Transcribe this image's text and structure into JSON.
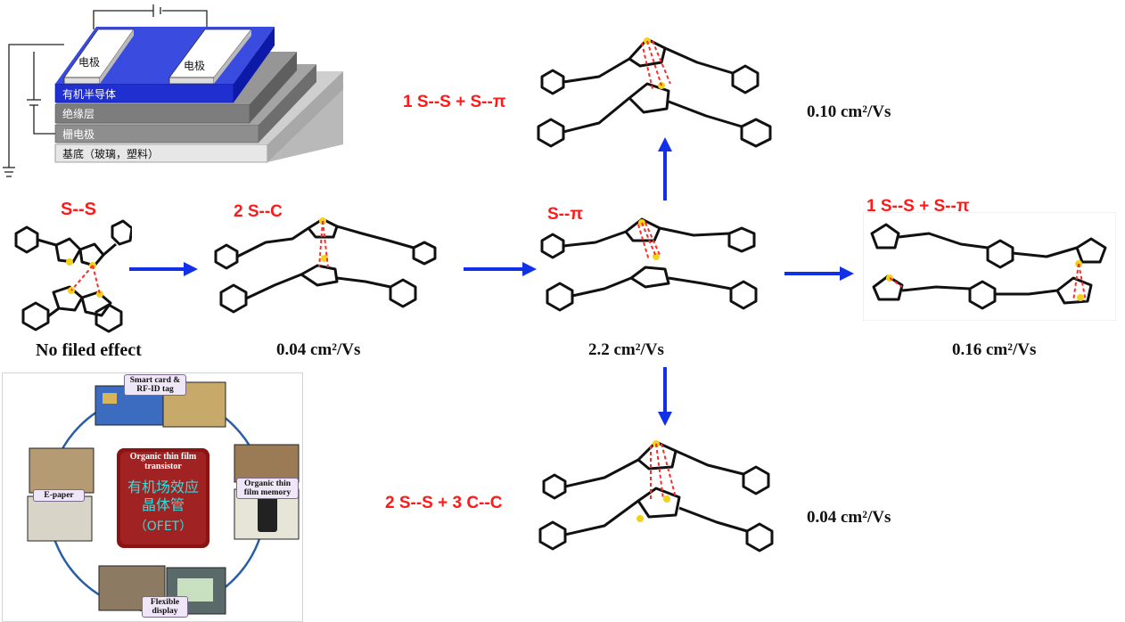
{
  "device": {
    "electrode_left": "电极",
    "electrode_right": "电极",
    "semiconductor": "有机半导体",
    "insulator": "绝缘层",
    "gate": "栅电极",
    "substrate": "基底（玻璃，塑料）"
  },
  "interactions": {
    "s_s": "S--S",
    "two_s_c": "2 S--C",
    "s_pi": "S--π",
    "top": "1 S--S + S--π",
    "right": "1 S--S + S--π",
    "bottom": "2 S--S + 3 C--C"
  },
  "mobilities": {
    "none": "No filed effect",
    "m1": "0.04 cm²/Vs",
    "center": "2.2 cm²/Vs",
    "right": "0.16 cm²/Vs",
    "top": "0.10 cm²/Vs",
    "bottom": "0.04 cm²/Vs"
  },
  "applications": {
    "center_title": "Organic thin film transistor",
    "center_cn": "有机场效应晶体管",
    "center_abbr": "（OFET）",
    "smart_card": "Smart card & RF-ID tag",
    "memory": "Organic thin film memory",
    "epaper": "E-paper",
    "flexible": "Flexible display"
  },
  "colors": {
    "label_red": "#ff1a1a",
    "arrow_blue": "#1230e6",
    "semiconductor_blue": "#1f2fd0",
    "sulfur_yellow": "#f2d21a",
    "contact_red": "#ff2a2a"
  }
}
